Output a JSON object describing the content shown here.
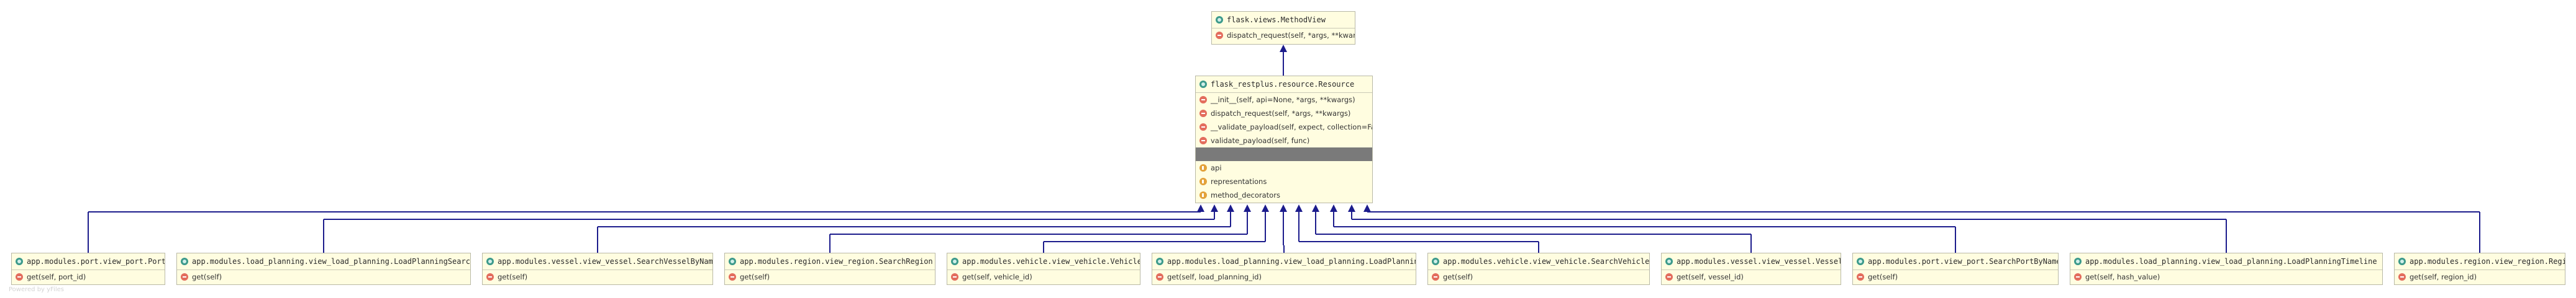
{
  "diagram": {
    "method_view": {
      "title": "flask.views.MethodView",
      "methods": [
        "dispatch_request(self, *args, **kwargs)"
      ]
    },
    "resource": {
      "title": "flask_restplus.resource.Resource",
      "methods": [
        "__init__(self, api=None, *args, **kwargs)",
        "dispatch_request(self, *args, **kwargs)",
        "__validate_payload(self, expect, collection=False)",
        "validate_payload(self, func)"
      ],
      "fields": [
        "api",
        "representations",
        "method_decorators"
      ]
    },
    "subclasses": [
      {
        "title": "app.modules.port.view_port.Port",
        "method": "get(self, port_id)"
      },
      {
        "title": "app.modules.load_planning.view_load_planning.LoadPlanningSearch",
        "method": "get(self)"
      },
      {
        "title": "app.modules.vessel.view_vessel.SearchVesselByName",
        "method": "get(self)"
      },
      {
        "title": "app.modules.region.view_region.SearchRegion",
        "method": "get(self)"
      },
      {
        "title": "app.modules.vehicle.view_vehicle.Vehicle",
        "method": "get(self, vehicle_id)"
      },
      {
        "title": "app.modules.load_planning.view_load_planning.LoadPlanning",
        "method": "get(self, load_planning_id)"
      },
      {
        "title": "app.modules.vehicle.view_vehicle.SearchVehicle",
        "method": "get(self)"
      },
      {
        "title": "app.modules.vessel.view_vessel.Vessel",
        "method": "get(self, vessel_id)"
      },
      {
        "title": "app.modules.port.view_port.SearchPortByName",
        "method": "get(self)"
      },
      {
        "title": "app.modules.load_planning.view_load_planning.LoadPlanningTimeline",
        "method": "get(self, hash_value)"
      },
      {
        "title": "app.modules.region.view_region.Region",
        "method": "get(self, region_id)"
      }
    ],
    "watermark": "Powered by yFiles",
    "colors": {
      "box_fill": "#fffde0",
      "box_border": "#b9b9a6",
      "arrow": "#1c1c8c",
      "separator": "#7a7a7a",
      "class_icon": "#3c9a8b",
      "method_icon": "#e36d5d",
      "field_icon": "#e3a23a"
    }
  }
}
